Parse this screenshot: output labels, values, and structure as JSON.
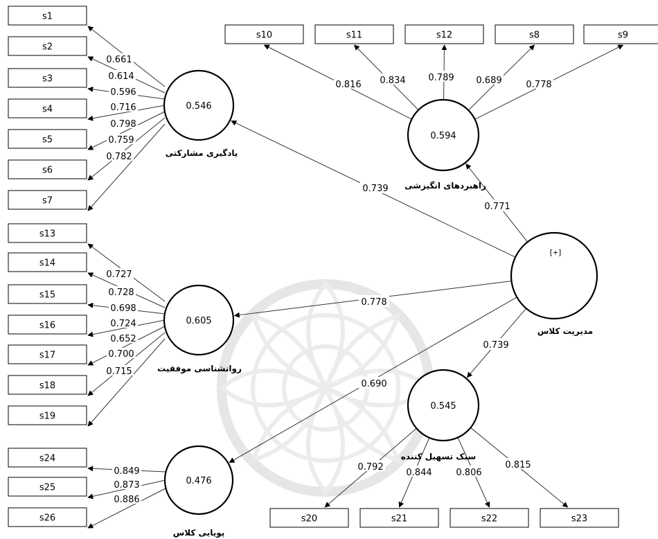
{
  "colors": {
    "line": "#333333",
    "box_border": "#000000",
    "watermark": "#e6e6e6"
  },
  "constructs": {
    "class_management": {
      "name": "مدیریت کلاس",
      "toggle": "[+]"
    },
    "participatory_learning": {
      "name": "یادگیری مشارکتی",
      "value": "0.546"
    },
    "motivational_strategies": {
      "name": "راهبردهای انگیزشی",
      "value": "0.594"
    },
    "success_psychology": {
      "name": "روانشناسی موفقیت",
      "value": "0.605"
    },
    "class_dynamics": {
      "name": "پویایی کلاس",
      "value": "0.476"
    },
    "facilitative_style": {
      "name": "سبک تسهیل کننده",
      "value": "0.545"
    }
  },
  "structural_paths": [
    {
      "from": "class_management",
      "to": "participatory_learning",
      "coef": "0.739"
    },
    {
      "from": "class_management",
      "to": "motivational_strategies",
      "coef": "0.771"
    },
    {
      "from": "class_management",
      "to": "success_psychology",
      "coef": "0.778"
    },
    {
      "from": "class_management",
      "to": "class_dynamics",
      "coef": "0.690"
    },
    {
      "from": "class_management",
      "to": "facilitative_style",
      "coef": "0.739"
    }
  ],
  "indicators": {
    "participatory_learning": [
      {
        "name": "s1",
        "loading": "0.661"
      },
      {
        "name": "s2",
        "loading": "0.614"
      },
      {
        "name": "s3",
        "loading": "0.596"
      },
      {
        "name": "s4",
        "loading": "0.716"
      },
      {
        "name": "s5",
        "loading": "0.798"
      },
      {
        "name": "s6",
        "loading": "0.759"
      },
      {
        "name": "s7",
        "loading": "0.782"
      }
    ],
    "success_psychology": [
      {
        "name": "s13",
        "loading": "0.727"
      },
      {
        "name": "s14",
        "loading": "0.728"
      },
      {
        "name": "s15",
        "loading": "0.698"
      },
      {
        "name": "s16",
        "loading": "0.724"
      },
      {
        "name": "s17",
        "loading": "0.652"
      },
      {
        "name": "s18",
        "loading": "0.700"
      },
      {
        "name": "s19",
        "loading": "0.715"
      }
    ],
    "class_dynamics": [
      {
        "name": "s24",
        "loading": "0.849"
      },
      {
        "name": "s25",
        "loading": "0.873"
      },
      {
        "name": "s26",
        "loading": "0.886"
      }
    ],
    "motivational_strategies": [
      {
        "name": "s10",
        "loading": "0.816"
      },
      {
        "name": "s11",
        "loading": "0.834"
      },
      {
        "name": "s12",
        "loading": "0.789"
      },
      {
        "name": "s8",
        "loading": "0.689"
      },
      {
        "name": "s9",
        "loading": "0.778"
      }
    ],
    "facilitative_style": [
      {
        "name": "s20",
        "loading": "0.792"
      },
      {
        "name": "s21",
        "loading": "0.844"
      },
      {
        "name": "s22",
        "loading": "0.806"
      },
      {
        "name": "s23",
        "loading": "0.815"
      }
    ]
  }
}
